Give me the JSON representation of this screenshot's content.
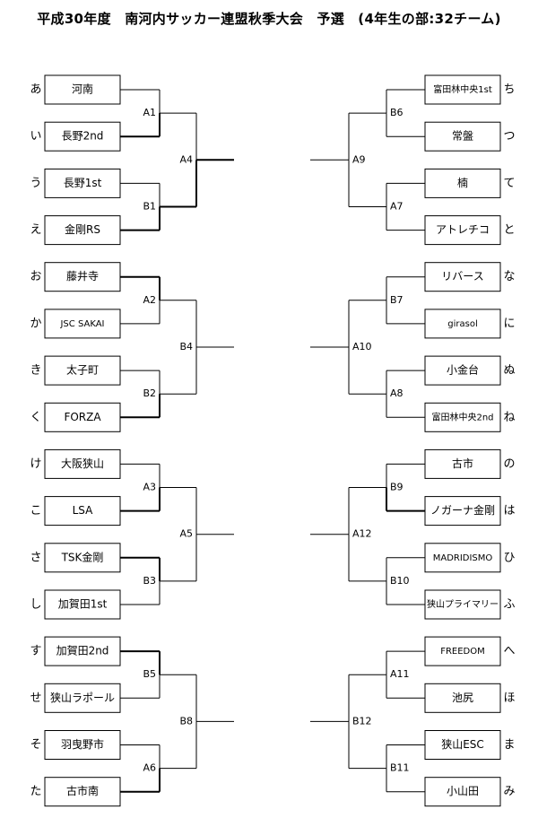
{
  "title": "平成30年度　南河内サッカー連盟秋季大会　予選　(4年生の部:32チーム)",
  "left": {
    "teams": [
      {
        "mark": "あ",
        "name": "河南"
      },
      {
        "mark": "い",
        "name": "長野2nd"
      },
      {
        "mark": "う",
        "name": "長野1st"
      },
      {
        "mark": "え",
        "name": "金剛RS"
      },
      {
        "mark": "お",
        "name": "藤井寺"
      },
      {
        "mark": "か",
        "name": "JSC SAKAI"
      },
      {
        "mark": "き",
        "name": "太子町"
      },
      {
        "mark": "く",
        "name": "FORZA"
      },
      {
        "mark": "け",
        "name": "大阪狭山"
      },
      {
        "mark": "こ",
        "name": "LSA"
      },
      {
        "mark": "さ",
        "name": "TSK金剛"
      },
      {
        "mark": "し",
        "name": "加賀田1st"
      },
      {
        "mark": "す",
        "name": "加賀田2nd"
      },
      {
        "mark": "せ",
        "name": "狭山ラポール"
      },
      {
        "mark": "そ",
        "name": "羽曳野市"
      },
      {
        "mark": "た",
        "name": "古市南"
      }
    ],
    "first_round": [
      "A1",
      "B1",
      "A2",
      "B2",
      "A3",
      "B3",
      "B5",
      "A6"
    ],
    "second_round": [
      "A4",
      "B4",
      "A5",
      "B8"
    ]
  },
  "right": {
    "teams": [
      {
        "mark": "ち",
        "name": "富田林中央1st"
      },
      {
        "mark": "つ",
        "name": "常盤"
      },
      {
        "mark": "て",
        "name": "楠"
      },
      {
        "mark": "と",
        "name": "アトレチコ"
      },
      {
        "mark": "な",
        "name": "リバース"
      },
      {
        "mark": "に",
        "name": "girasol"
      },
      {
        "mark": "ぬ",
        "name": "小金台"
      },
      {
        "mark": "ね",
        "name": "富田林中央2nd"
      },
      {
        "mark": "の",
        "name": "古市"
      },
      {
        "mark": "は",
        "name": "ノガーナ金剛"
      },
      {
        "mark": "ひ",
        "name": "MADRIDISMO"
      },
      {
        "mark": "ふ",
        "name": "狭山プライマリー"
      },
      {
        "mark": "へ",
        "name": "FREEDOM"
      },
      {
        "mark": "ほ",
        "name": "池尻"
      },
      {
        "mark": "ま",
        "name": "狭山ESC"
      },
      {
        "mark": "み",
        "name": "小山田"
      }
    ],
    "first_round": [
      "B6",
      "A7",
      "B7",
      "A8",
      "B9",
      "B10",
      "A11",
      "B11"
    ],
    "second_round": [
      "A9",
      "A10",
      "A12",
      "B12"
    ]
  },
  "results": {
    "left_first_round_winner_side": [
      "bottom",
      "bottom",
      "top",
      "bottom",
      "bottom",
      "top",
      "top",
      "bottom"
    ],
    "left_second_round_winner_side": [
      "bottom",
      "none",
      "none",
      "none"
    ],
    "right_first_round_winner_side": [
      "none",
      "none",
      "none",
      "none",
      "bottom",
      "none",
      "none",
      "none"
    ],
    "right_second_round_winner_side": [
      "none",
      "none",
      "none",
      "none"
    ]
  }
}
